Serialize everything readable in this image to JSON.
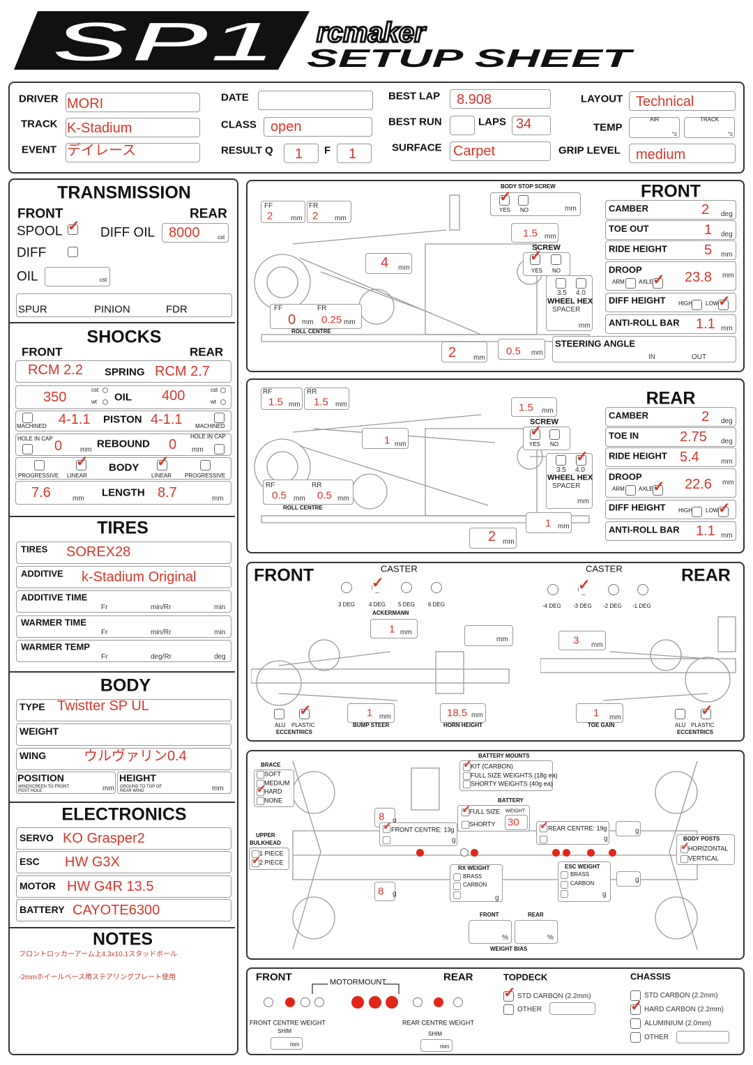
{
  "header": {
    "logo": "SP1",
    "brand": "rcmaker",
    "title": "SETUP SHEET"
  },
  "units": {
    "mm": "mm",
    "deg": "deg",
    "cst": "cst",
    "wt": "wt",
    "g": "g",
    "pct": "%",
    "c": "°c",
    "min": "min",
    "fr": "Fr",
    "min_rr": "min/Rr",
    "deg_rr": "deg/Rr"
  },
  "info": {
    "driver_label": "DRIVER",
    "driver": "MORI",
    "track_label": "TRACK",
    "track": "K-Stadium",
    "event_label": "EVENT",
    "event": "デイレース",
    "date_label": "DATE",
    "date": "",
    "class_label": "CLASS",
    "class": "open",
    "result_label": "RESULT Q",
    "result_q": "1",
    "result_f_label": "F",
    "result_f": "1",
    "best_lap_label": "BEST LAP",
    "best_lap": "8.908",
    "best_run_label": "BEST RUN",
    "best_run": "",
    "laps_label": "LAPS",
    "laps": "34",
    "surface_label": "SURFACE",
    "surface": "Carpet",
    "layout_label": "LAYOUT",
    "layout": "Technical",
    "temp_label": "TEMP",
    "air_label": "AIR",
    "track_temp_label": "TRACK",
    "grip_label": "GRIP LEVEL",
    "grip": "medium"
  },
  "transmission": {
    "title": "TRANSMISSION",
    "front": "FRONT",
    "rear": "REAR",
    "spool_label": "SPOOL",
    "spool": true,
    "diff_oil_label": "DIFF OIL",
    "diff_oil": "8000",
    "diff_label": "DIFF",
    "diff": false,
    "oil_label": "OIL",
    "oil": "",
    "spur_label": "SPUR",
    "pinion_label": "PINION",
    "fdr_label": "FDR"
  },
  "shocks": {
    "title": "SHOCKS",
    "front": "FRONT",
    "rear": "REAR",
    "spring_label": "SPRING",
    "spring_front": "RCM 2.2",
    "spring_rear": "RCM 2.7",
    "oil_label": "OIL",
    "oil_front": "350",
    "oil_rear": "400",
    "piston_label": "PISTON",
    "piston_front": "4-1.1",
    "piston_rear": "4-1.1",
    "machined_label": "MACHINED",
    "rebound_label": "REBOUND",
    "rebound_front": "0",
    "rebound_rear": "0",
    "hole_in_cap_label": "HOLE IN CAP",
    "body_label": "BODY",
    "progressive_label": "PROGRESSIVE",
    "linear_label": "LINEAR",
    "front_linear": true,
    "rear_linear": true,
    "front_progressive": false,
    "rear_progressive": false,
    "length_label": "LENGTH",
    "length_front": "7.6",
    "length_rear": "8.7"
  },
  "tires": {
    "title": "TIRES",
    "tires_label": "TIRES",
    "tires": "SOREX28",
    "additive_label": "ADDITIVE",
    "additive": "k-Stadium Original",
    "additive_time_label": "ADDITIVE TIME",
    "warmer_time_label": "WARMER TIME",
    "warmer_temp_label": "WARMER TEMP"
  },
  "body": {
    "title": "BODY",
    "type_label": "TYPE",
    "type": "Twistter SP   UL",
    "weight_label": "WEIGHT",
    "weight": "",
    "wing_label": "WING",
    "wing": "ウルヴァリン0.4",
    "position_label": "POSITION",
    "position_sub": "WINDSCREEN TO FRONT POST HOLE",
    "height_label": "HEIGHT",
    "height_sub": "GROUND TO TOP OF REAR WING"
  },
  "electronics": {
    "title": "ELECTRONICS",
    "servo_label": "SERVO",
    "servo": "KO Grasper2",
    "esc_label": "ESC",
    "esc": "HW G3X",
    "motor_label": "MOTOR",
    "motor": "HW G4R 13.5",
    "battery_label": "BATTERY",
    "battery": "CAYOTE6300"
  },
  "notes": {
    "title": "NOTES",
    "lines": [
      "フロントロッカーアーム上4.3x10.1スタッドボール",
      "-2mmホイールベース用ステアリングプレート使用"
    ]
  },
  "front": {
    "title": "FRONT",
    "ff_label": "FF",
    "fr_label": "FR",
    "ff": "2",
    "fr": "2",
    "body_stop_label": "BODY STOP SCREW",
    "yes": "YES",
    "no": "NO",
    "body_stop_yes": true,
    "link_top": "1.5",
    "screw_label": "SCREW",
    "screw_yes": true,
    "link_mid": "4",
    "hex_35": "3.5",
    "hex_40": "4.0",
    "hex_35_on": false,
    "hex_40_on": false,
    "wheel_hex_label": "WHEEL HEX",
    "spacer_label": "SPACER",
    "rc_ff": "0",
    "rc_fr": "0.25",
    "roll_centre_label": "ROLL CENTRE",
    "low_a": "2",
    "low_b": "0.5",
    "camber_label": "CAMBER",
    "camber": "2",
    "toe_label": "TOE OUT",
    "toe": "1",
    "ride_label": "RIDE HEIGHT",
    "ride": "5",
    "droop_label": "DROOP",
    "droop": "23.8",
    "arm_label": "ARM",
    "axle_label": "AXLE",
    "droop_axle": true,
    "diff_height_label": "DIFF HEIGHT",
    "high_label": "HIGH",
    "low_label": "LOW",
    "diff_low": true,
    "arb_label": "ANTI-ROLL BAR",
    "arb": "1.1",
    "steering_label": "STEERING ANGLE",
    "in_label": "IN",
    "out_label": "OUT"
  },
  "rear": {
    "title": "REAR",
    "rf_label": "RF",
    "rr_label": "RR",
    "rf": "1.5",
    "rr": "1.5",
    "link_top": "1.5",
    "screw_label": "SCREW",
    "screw_yes": true,
    "link_mid": "1",
    "hex_35_on": false,
    "hex_40_on": true,
    "rc_rf": "0.5",
    "rc_rr": "0.5",
    "roll_centre_label": "ROLL CENTRE",
    "low_a": "1",
    "low_b": "2",
    "camber_label": "CAMBER",
    "camber": "2",
    "toe_label": "TOE IN",
    "toe": "2.75",
    "ride_label": "RIDE HEIGHT",
    "ride": "5.4",
    "droop_label": "DROOP",
    "droop": "22.6",
    "droop_axle": true,
    "diff_height_label": "DIFF HEIGHT",
    "diff_low": true,
    "arb_label": "ANTI-ROLL BAR",
    "arb": "1.1"
  },
  "caster": {
    "front_title": "FRONT",
    "rear_title": "REAR",
    "caster_label": "CASTER",
    "front_opts": [
      "3 DEG",
      "4 DEG",
      "5 DEG",
      "6 DEG"
    ],
    "front_sel": 1,
    "rear_opts": [
      "-4 DEG",
      "-3 DEG",
      "-2 DEG",
      "-1 DEG"
    ],
    "rear_sel": 1,
    "ackermann_label": "ACKERMANN",
    "ackermann": "1",
    "bump_steer_label": "BUMP STEER",
    "bump_steer": "1",
    "horn_label": "HORN HEIGHT",
    "horn": "18.5",
    "rear_link": "3",
    "toe_gain_label": "TOE GAIN",
    "toe_gain": "1",
    "alu_label": "ALU",
    "plastic_label": "PLASTIC",
    "eccentrics_label": "ECCENTRICS",
    "front_plastic": true,
    "rear_plastic": true
  },
  "chassis_top": {
    "brace_label": "BRACE",
    "brace_opts": [
      "SOFT",
      "MEDIUM",
      "HARD",
      "NONE"
    ],
    "brace_sel": 2,
    "bulkhead_label": "UPPER",
    "bulkhead_label2": "BULKHEAD",
    "bulkhead_opts": [
      "1 PIECE",
      "2 PIECE"
    ],
    "bulkhead_sel": 1,
    "mounts_label": "BATTERY MOUNTS",
    "mount_opts": [
      "KIT (CARBON)",
      "FULL SIZE WEIGHTS (18g ea)",
      "SHORTY WEIGHTS (40g ea)"
    ],
    "mount_sel": 0,
    "battery_label": "BATTERY",
    "battery_opts": [
      "FULL SIZE",
      "SHORTY"
    ],
    "battery_sel": 0,
    "weight_label": "WEIGHT",
    "battery_weight": "30",
    "front_w1": "8",
    "front_w2": "8",
    "front_centre": "FRONT CENTRE: 13g",
    "rear_centre": "REAR CENTRE: 19g",
    "rx_label": "RX WEIGHT",
    "esc_label": "ESC WEIGHT",
    "brass": "BRASS",
    "carbon": "CARBON",
    "posts_label": "BODY POSTS",
    "post_opts": [
      "HORIZONTAL",
      "VERTICAL"
    ],
    "post_sel": 0,
    "bias_front": "FRONT",
    "bias_rear": "REAR",
    "bias_label": "WEIGHT BIAS"
  },
  "bottom": {
    "front": "FRONT",
    "rear": "REAR",
    "motormount": "MOTORMOUNT",
    "front_shim_label": "FRONT CENTRE WEIGHT",
    "rear_shim_label": "REAR CENTRE WEIGHT",
    "shim": "SHIM",
    "front_pos": [
      false,
      true,
      false,
      false
    ],
    "motor_pos": [
      true,
      true,
      true
    ],
    "rear_pos": [
      false,
      true,
      false
    ],
    "topdeck_label": "TOPDECK",
    "topdeck_opts": [
      "STD CARBON (2.2mm)",
      "OTHER"
    ],
    "topdeck_sel": 0,
    "chassis_label": "CHASSIS",
    "chassis_opts": [
      "STD CARBON (2.2mm)",
      "HARD CARBON (2.2mm)",
      "ALUMINIUM (2.0mm)",
      "OTHER"
    ],
    "chassis_sel": 1
  },
  "weights_dots": [
    true,
    false,
    true,
    true,
    true,
    true,
    true
  ]
}
